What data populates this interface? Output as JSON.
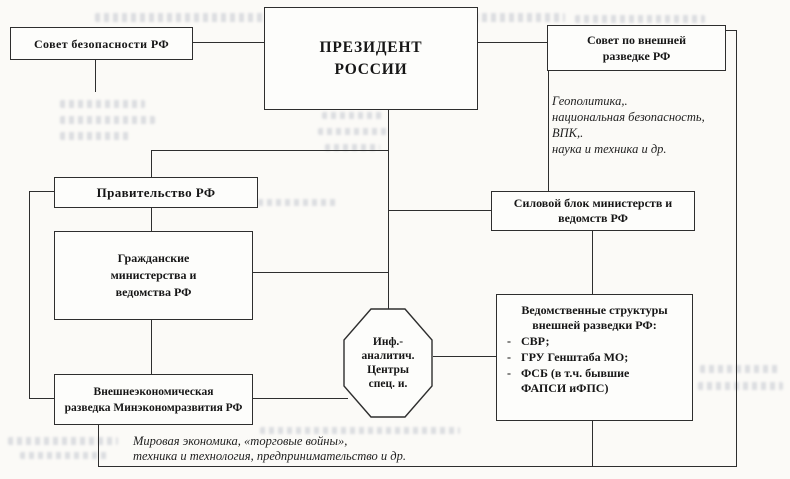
{
  "diagram": {
    "president": {
      "lines": [
        "ПРЕЗИДЕНТ",
        "РОССИИ"
      ]
    },
    "security_council": {
      "label": "Совет безопасности РФ"
    },
    "foreign_intel_council": {
      "lines": [
        "Совет по внешней",
        "разведке РФ"
      ]
    },
    "government": {
      "label": "Правительство РФ"
    },
    "power_block": {
      "lines": [
        "Силовой блок министерств и",
        "ведомств РФ"
      ]
    },
    "civil_ministries": {
      "lines": [
        "Гражданские",
        "министерства и",
        "ведомства РФ"
      ]
    },
    "info_centers": {
      "lines": [
        "Инф.-",
        "аналитич.",
        "Центры",
        "спец. и."
      ]
    },
    "foreign_econ_intel": {
      "lines": [
        "Внешнеэкономическая",
        "разведка Минэкономразвития РФ"
      ]
    },
    "departmental_structures": {
      "title_lines": [
        "Ведомственные структуры",
        "внешней разведки РФ:"
      ],
      "bullet": "-",
      "items": [
        "СВР;",
        "ГРУ Генштаба МО;",
        "ФСБ (в т.ч. бывшие ФАПСИ иФПС)"
      ]
    },
    "note_top": {
      "lines": [
        "Геополитика,.",
        "национальная безопасность,",
        "ВПК,.",
        "наука и техника и др."
      ]
    },
    "note_bottom": {
      "lines": [
        "Мировая экономика, «торговые войны»,",
        "техника и технология, предпринимательство и др."
      ]
    }
  }
}
